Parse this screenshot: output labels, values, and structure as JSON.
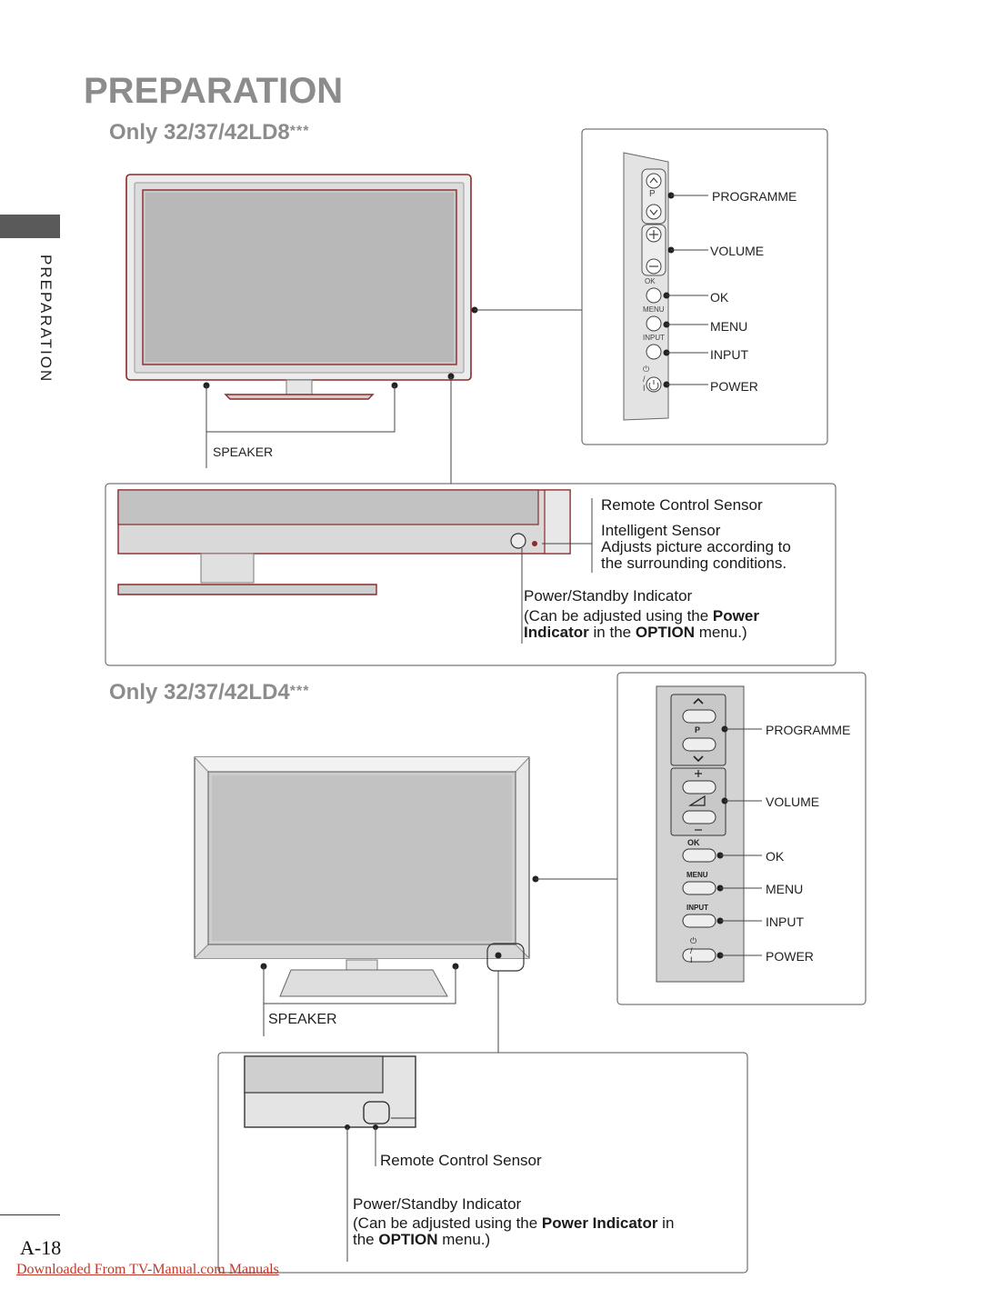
{
  "page": {
    "title": "PREPARATION",
    "side_label": "PREPARATION",
    "page_number": "A-18",
    "footer_link": "Downloaded From TV-Manual.com Manuals"
  },
  "section1": {
    "title": "Only 32/37/42LD8",
    "title_suffix": "***",
    "speaker_label": "SPEAKER",
    "panel": {
      "button_glyphs": {
        "p": "P",
        "ok": "OK",
        "menu": "MENU",
        "input": "INPUT",
        "power": "⏻ / I"
      },
      "programme": "PROGRAMME",
      "volume": "VOLUME",
      "ok": "OK",
      "menu": "MENU",
      "input": "INPUT",
      "power": "POWER"
    },
    "detail": {
      "remote_sensor": "Remote Control Sensor",
      "intelligent_sensor": "Intelligent Sensor",
      "intelligent_desc_1": "Adjusts picture according to",
      "intelligent_desc_2": "the surrounding conditions.",
      "standby": "Power/Standby Indicator",
      "note_a": "(Can be adjusted using the ",
      "note_b": "Power",
      "note_c": "Indicator",
      "note_d": " in the ",
      "note_e": "OPTION",
      "note_f": " menu.)"
    }
  },
  "section2": {
    "title": "Only 32/37/42LD4",
    "title_suffix": "***",
    "speaker_label": "SPEAKER",
    "panel": {
      "button_glyphs": {
        "p": "P",
        "ok": "OK",
        "menu": "MENU",
        "input": "INPUT",
        "power": "⏻ / I"
      },
      "programme": "PROGRAMME",
      "volume": "VOLUME",
      "ok": "OK",
      "menu": "MENU",
      "input": "INPUT",
      "power": "POWER"
    },
    "detail": {
      "remote_sensor": "Remote Control Sensor",
      "standby": "Power/Standby Indicator",
      "note_a": "(Can be adjusted using the ",
      "note_b": "Power Indicator",
      "note_c": " in",
      "note_d": "the ",
      "note_e": "OPTION",
      "note_f": " menu.)"
    }
  },
  "colors": {
    "title_gray": "#8c8c8c",
    "bezel_red": "#8b2a2a",
    "link_red": "#c0392b"
  }
}
